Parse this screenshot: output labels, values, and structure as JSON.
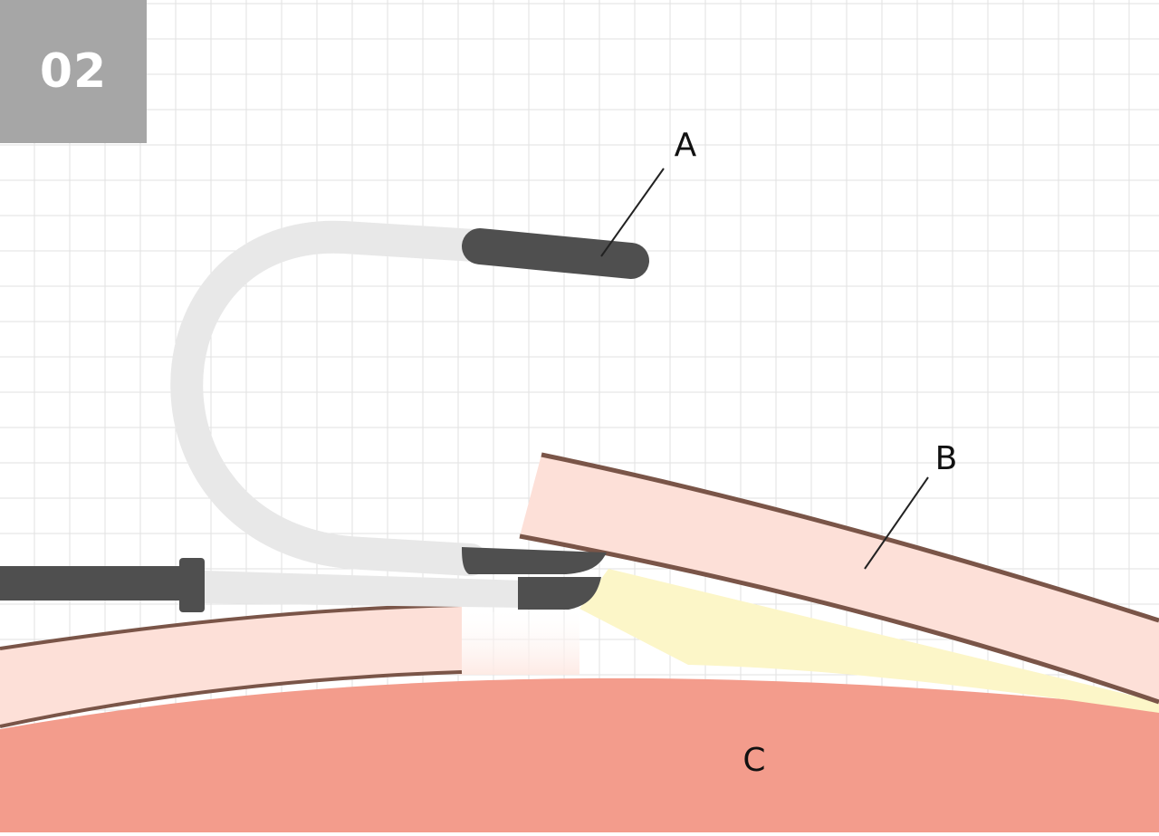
{
  "step_badge": {
    "text": "02",
    "background": "#a6a6a6"
  },
  "labels": {
    "a": "A",
    "b": "B",
    "c": "C"
  },
  "colors": {
    "grid_line": "#e2e2e2",
    "tube": "#e8e8e8",
    "dark_part": "#4f4f4f",
    "flap": "#fde0d8",
    "flap_edge": "#7a5548",
    "muscle": "#f39c8c",
    "light": "#fcf6c8",
    "label_text": "#111111",
    "leader_line": "#222222"
  }
}
